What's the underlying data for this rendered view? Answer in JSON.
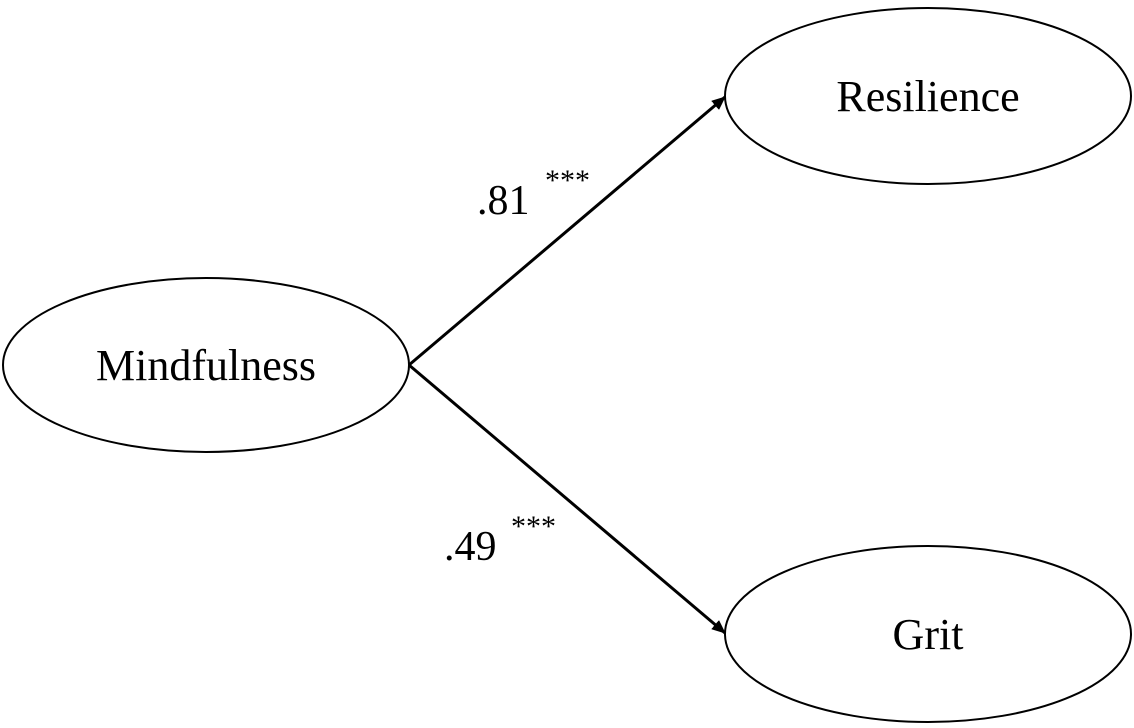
{
  "nodes": {
    "mindfulness": {
      "label": "Mindfulness"
    },
    "resilience": {
      "label": "Resilience"
    },
    "grit": {
      "label": "Grit"
    }
  },
  "paths": {
    "mindfulness_to_resilience": {
      "coefficient": ".81",
      "significance": "***"
    },
    "mindfulness_to_grit": {
      "coefficient": ".49",
      "significance": "***"
    }
  }
}
